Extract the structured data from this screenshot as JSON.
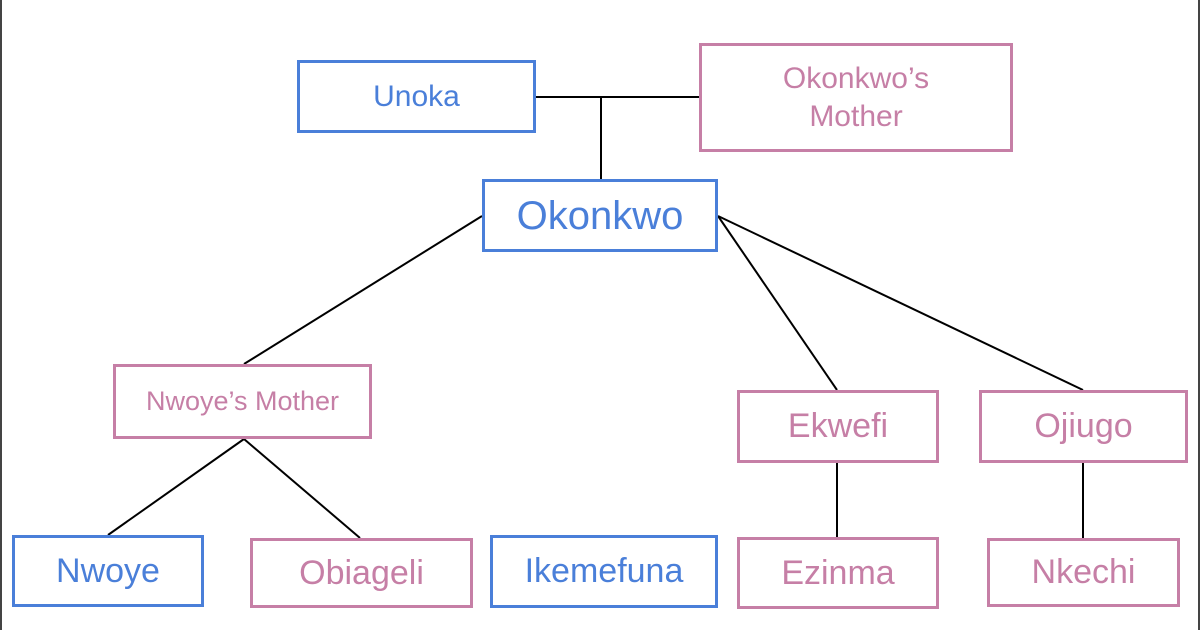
{
  "nodes": {
    "unoka": "Unoka",
    "okonkwos_mother": "Okonkwo’s Mother",
    "okonkwo": "Okonkwo",
    "nwoyes_mother": "Nwoye’s Mother",
    "ekwefi": "Ekwefi",
    "ojiugo": "Ojiugo",
    "nwoye": "Nwoye",
    "obiageli": "Obiageli",
    "ikemefuna": "Ikemefuna",
    "ezinma": "Ezinma",
    "nkechi": "Nkechi"
  },
  "colors": {
    "male": "#4a7fd9",
    "female": "#c67fa6",
    "link": "#000000"
  }
}
